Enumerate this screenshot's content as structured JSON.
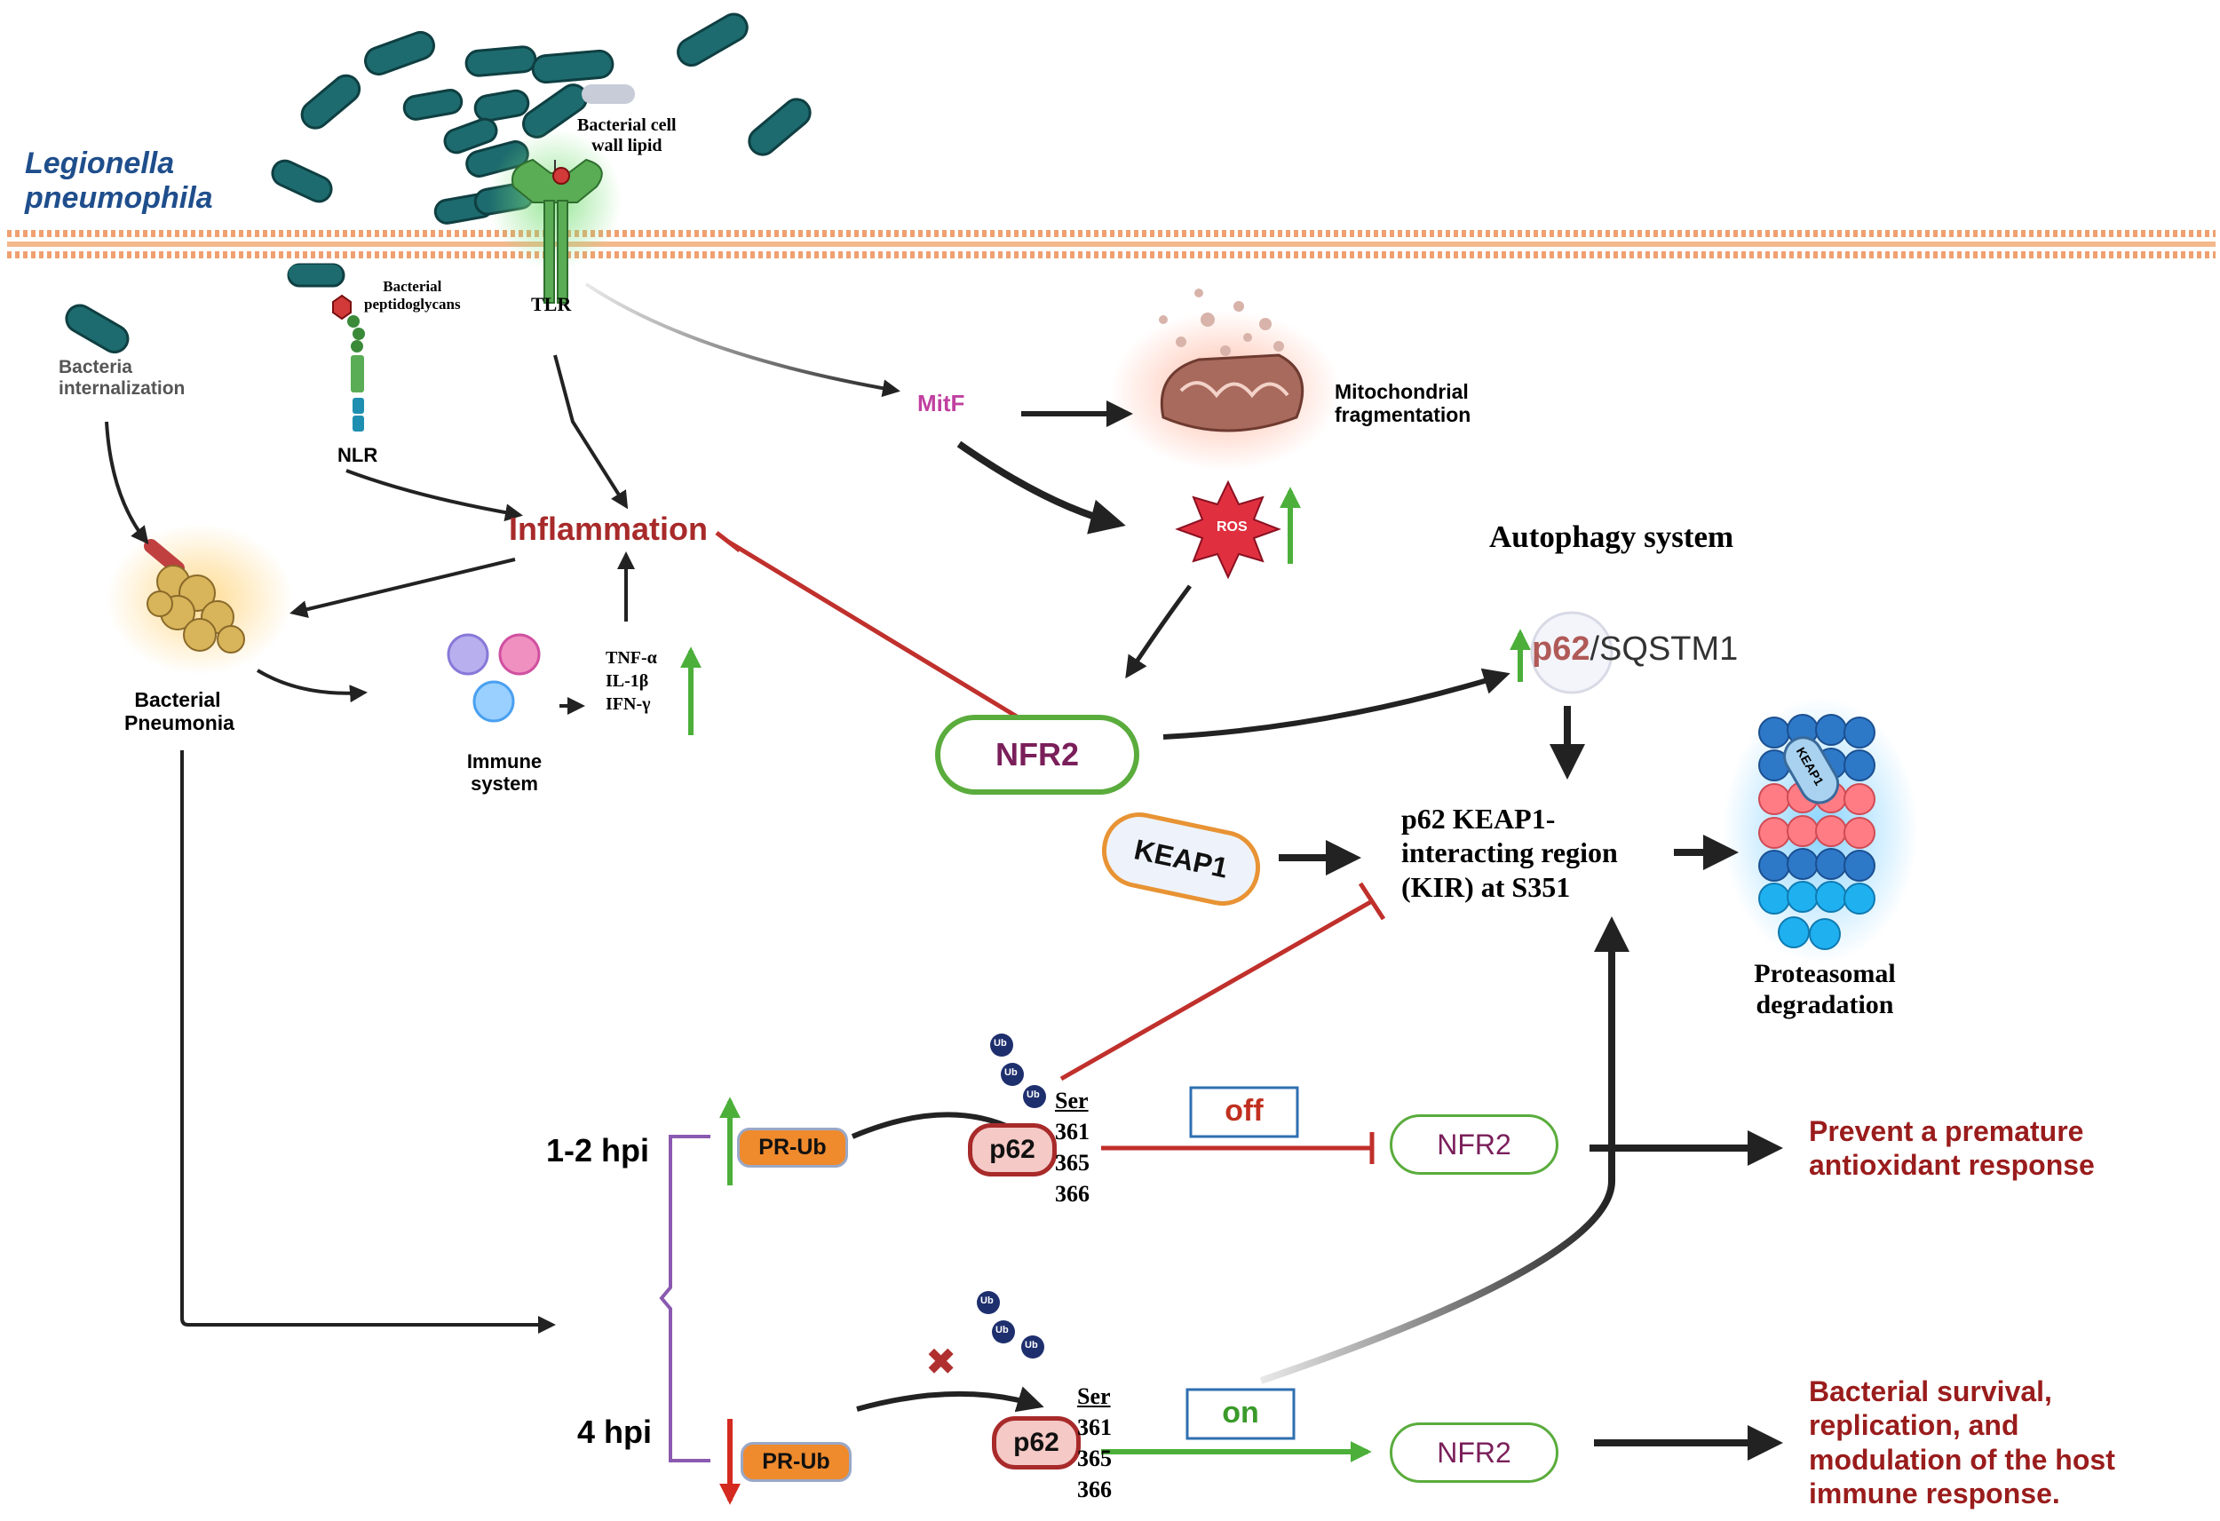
{
  "species": {
    "line1": "Legionella",
    "line2": "pneumophila"
  },
  "membrane": {
    "cell_wall_lipid": {
      "line1": "Bacterial cell",
      "line2": "wall lipid"
    },
    "peptidoglycans": {
      "line1": "Bacterial",
      "line2": "peptidoglycans"
    },
    "tlr": "TLR",
    "nlr": "NLR",
    "internalization": {
      "line1": "Bacteria",
      "line2": "internalization"
    }
  },
  "nodes": {
    "mitf": "MitF",
    "mito": {
      "line1": "Mitochondrial",
      "line2": "fragmentation"
    },
    "ros": "ROS",
    "inflammation": "Inflammation",
    "pneumonia": {
      "line1": "Bacterial",
      "line2": "Pneumonia"
    },
    "immune": {
      "line1": "Immune",
      "line2": "system"
    },
    "cytokines": [
      "TNF-α",
      "IL-1β",
      "IFN-γ"
    ],
    "nfr2": "NFR2",
    "autophagy_title": "Autophagy system",
    "p62_label": "p62",
    "sqstm1_label": "/SQSTM1",
    "keap1": "KEAP1",
    "kir": {
      "line1": "p62 KEAP1-",
      "line2": "interacting region",
      "line3": "(KIR) at S351"
    },
    "proteasome_keap1": "KEAP1",
    "proteasomal": {
      "line1": "Proteasomal",
      "line2": "degradation"
    }
  },
  "timeline": {
    "early": {
      "time": "1-2 hpi",
      "prub": "PR-Ub",
      "p62": "p62",
      "ser_header": "Ser",
      "residues": [
        "361",
        "365",
        "366"
      ],
      "ub": [
        "Ub",
        "Ub",
        "Ub"
      ],
      "switch": "off",
      "nfr2": "NFR2",
      "outcome": {
        "line1": "Prevent a premature",
        "line2": "antioxidant response"
      }
    },
    "late": {
      "time": "4 hpi",
      "prub": "PR-Ub",
      "p62": "p62",
      "ser_header": "Ser",
      "residues": [
        "361",
        "365",
        "366"
      ],
      "ub": [
        "Ub",
        "Ub",
        "Ub"
      ],
      "blocked_mark": "✖",
      "switch": "on",
      "nfr2": "NFR2",
      "outcome": {
        "line1": "Bacterial survival,",
        "line2": "replication, and",
        "line3": "modulation of the host",
        "line4": "immune response."
      }
    }
  },
  "colors": {
    "membrane": "#f0a070",
    "bacteria": "#1d6b6e",
    "arrow": "#222222",
    "inhibit": "#c0302c",
    "up_arrow": "#4caf3a",
    "down_arrow": "#d42a1f",
    "nfr2_border": "#5aac3c",
    "nfr2_text": "#7a1f5a",
    "keap1_border": "#e89334",
    "prub_fill": "#ef8a2d",
    "p62_fill": "#f4c9c6",
    "outcome_text": "#9a1c1c",
    "mitf_text": "#c040a0",
    "species_text": "#1f4e8c",
    "brace": "#8a5ab0"
  }
}
